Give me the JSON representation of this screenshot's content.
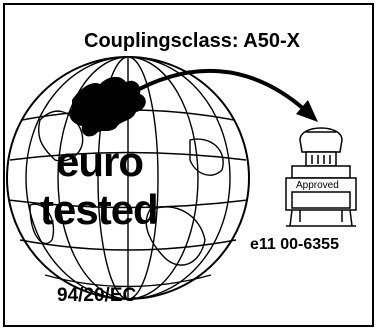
{
  "header": {
    "class_label": "Couplingsclass: A50-X"
  },
  "globe": {
    "line1": "euro",
    "line2": "tested"
  },
  "stamp": {
    "label": "Approved",
    "approval_number": "e11 00-6355"
  },
  "footer": {
    "directive": "94/20/EC"
  },
  "colors": {
    "ink": "#000000",
    "paper": "#ffffff"
  },
  "icons": {
    "globe": "globe-icon",
    "arrow": "curved-arrow-icon",
    "stamp": "rubber-stamp-icon"
  }
}
